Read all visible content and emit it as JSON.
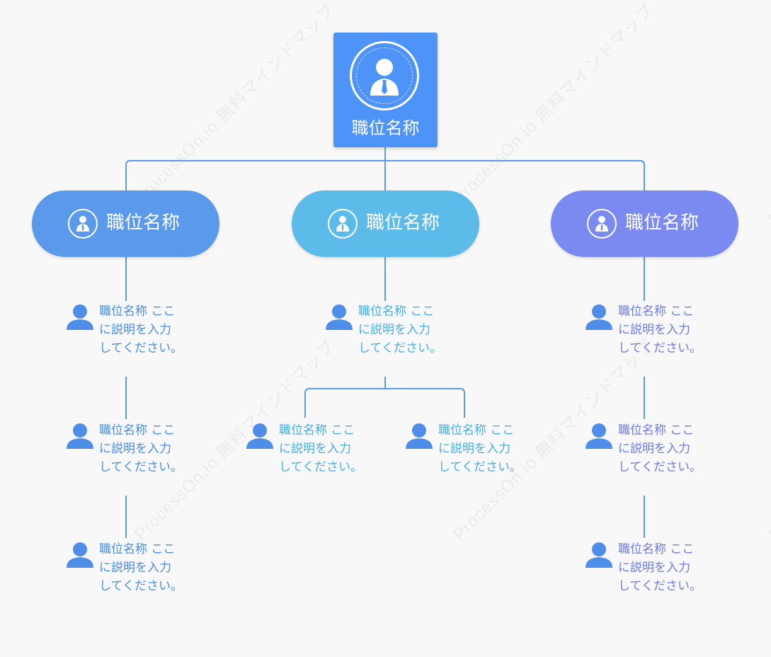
{
  "root": {
    "title": "職位名称",
    "icon": "person-with-tie-icon"
  },
  "branches": [
    {
      "title": "職位名称",
      "color": "#5b9aeb",
      "text_color": "#4a8ce6",
      "leaves": [
        "職位名称 ここに説明を入力してください。",
        "職位名称 ここに説明を入力してください。",
        "職位名称 ここに説明を入力してください。"
      ]
    },
    {
      "title": "職位名称",
      "color": "#5dbbea",
      "text_color": "#46aee6",
      "leaves": [
        "職位名称 ここに説明を入力してください。"
      ],
      "sub_leaves": [
        "職位名称 ここに説明を入力してください。",
        "職位名称 ここに説明を入力してください。"
      ]
    },
    {
      "title": "職位名称",
      "color": "#7a8af0",
      "text_color": "#6c7be6",
      "leaves": [
        "職位名称 ここに説明を入力してください。",
        "職位名称 ここに説明を入力してください。",
        "職位名称 ここに説明を入力してください。"
      ]
    }
  ],
  "watermark": "ProcessOn.io 無料マインドマップ",
  "colors": {
    "root": "#4e93f7",
    "line": "#5b9aeb",
    "leaf_icon": "#4f8ee8"
  }
}
